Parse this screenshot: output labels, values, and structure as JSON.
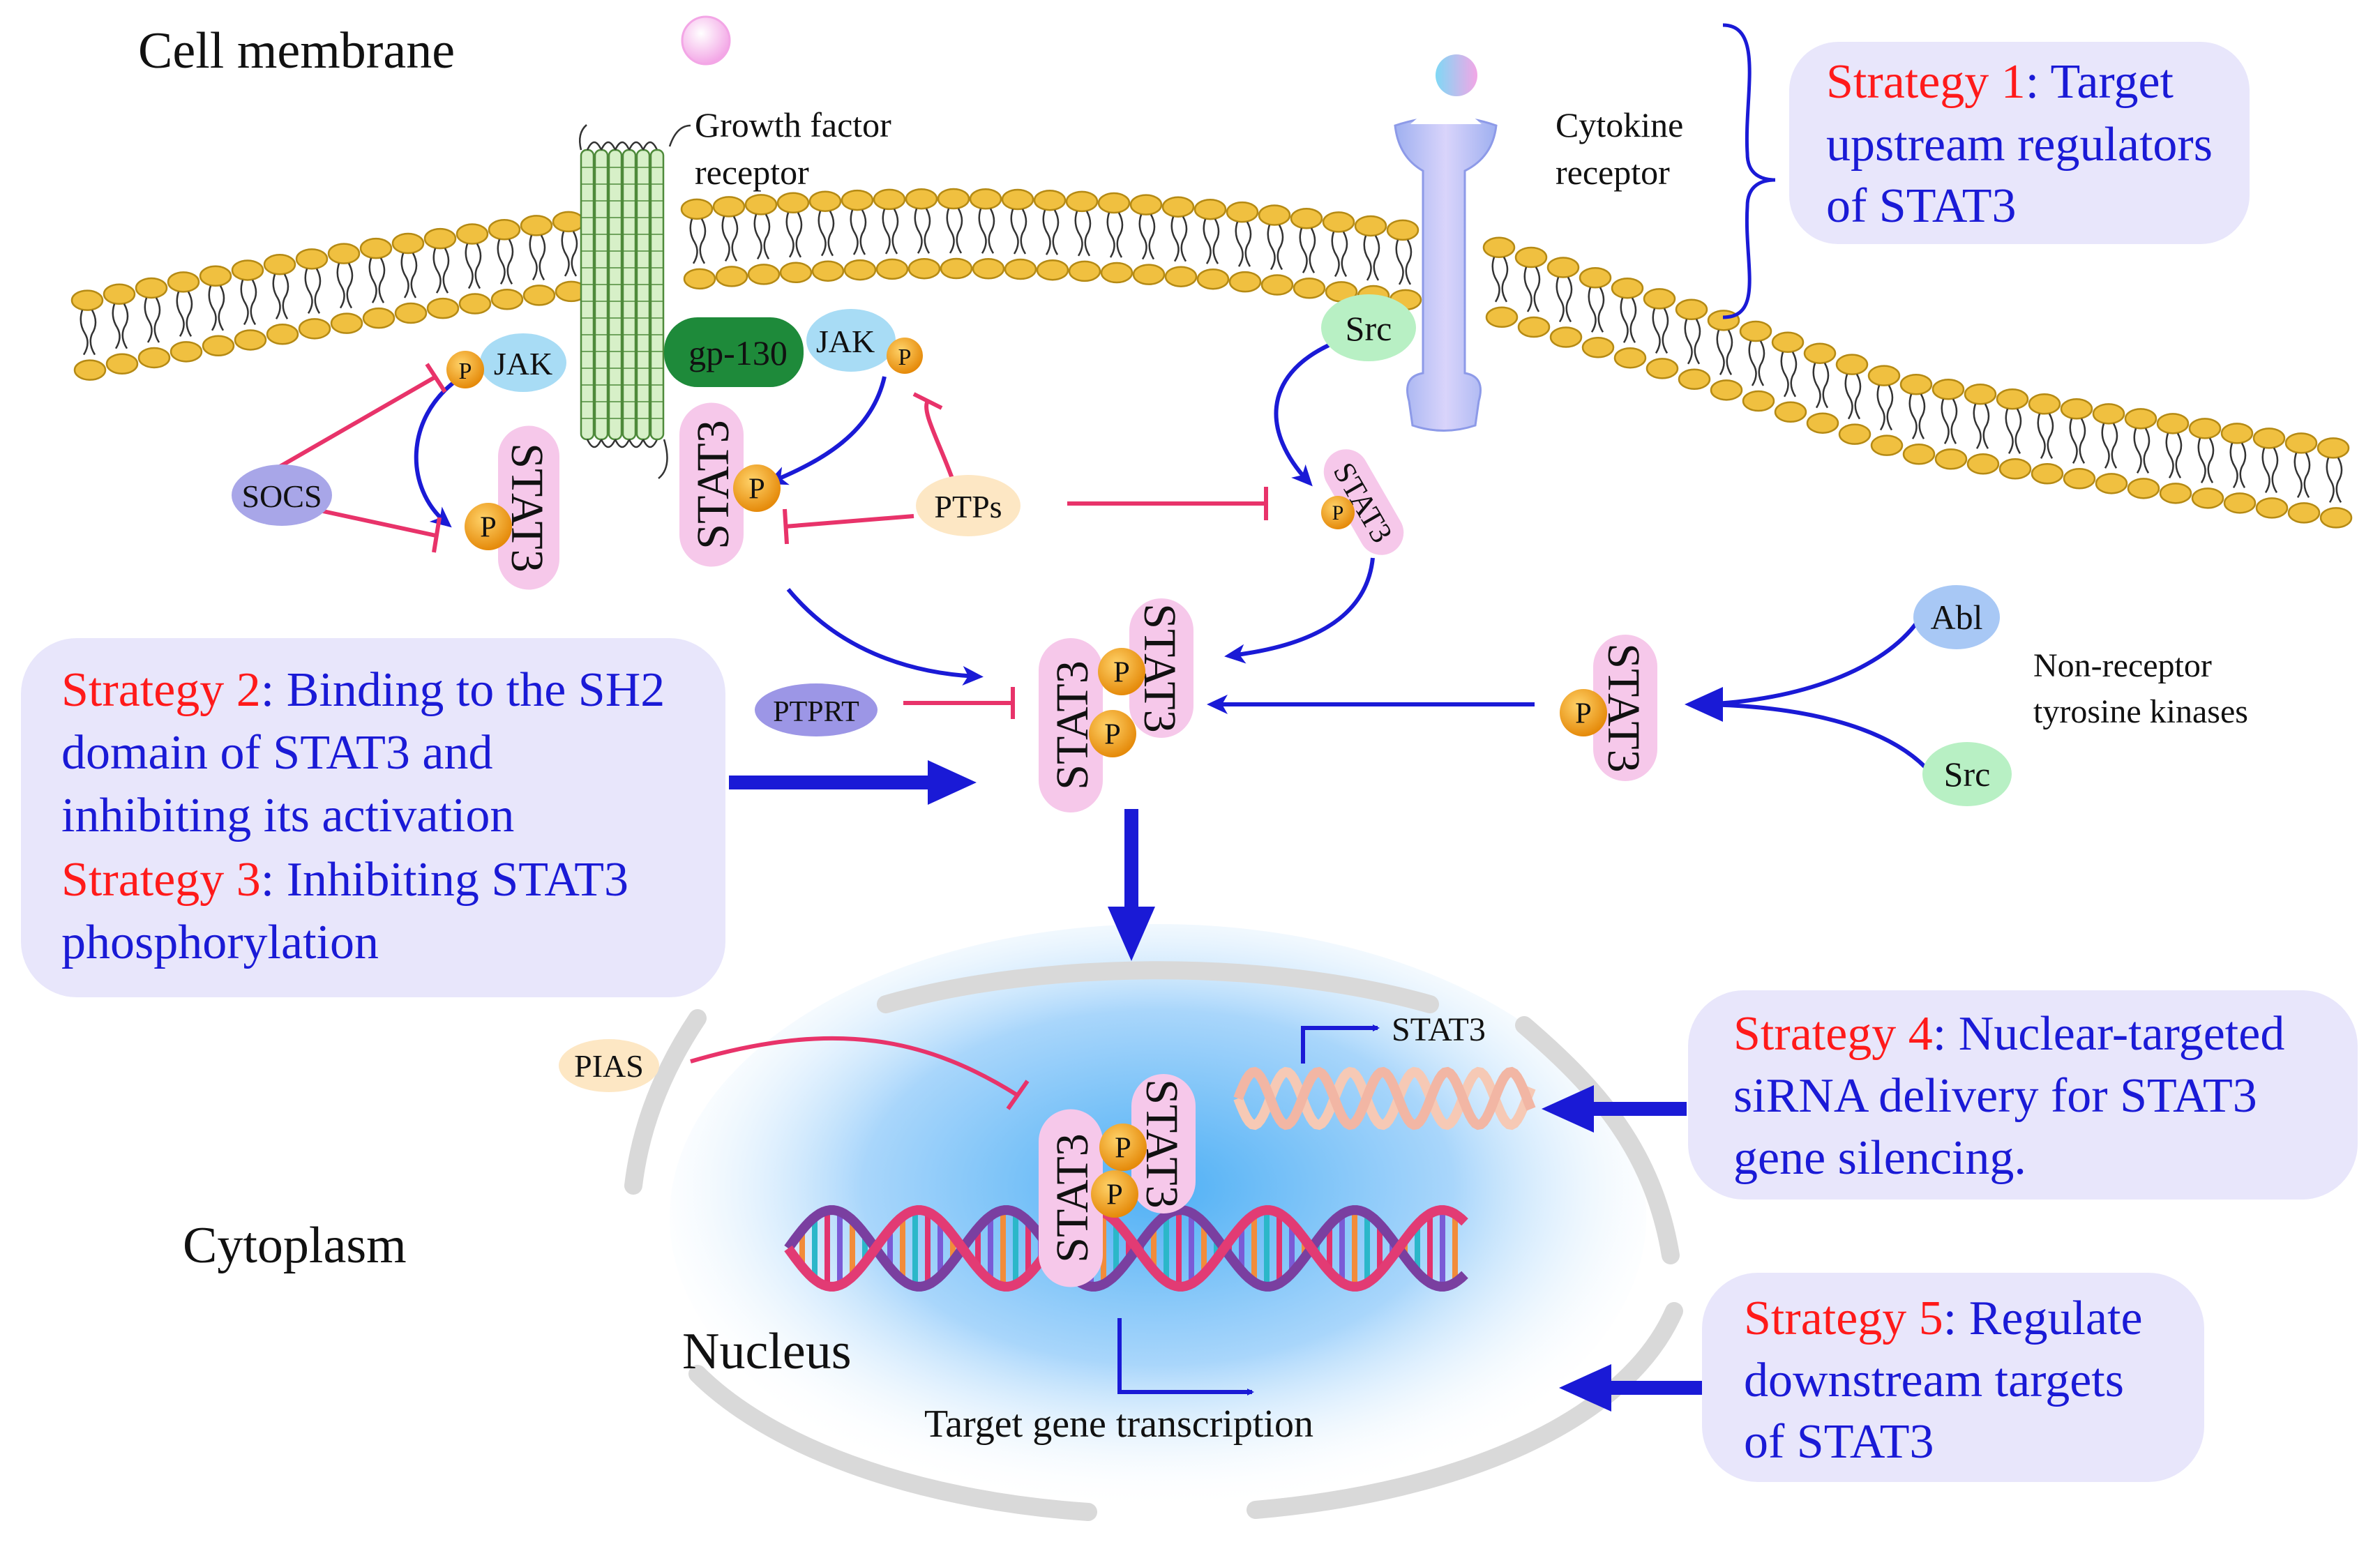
{
  "labels": {
    "cell_membrane": "Cell membrane",
    "cytoplasm": "Cytoplasm",
    "nucleus": "Nucleus",
    "growth_factor_receptor_line1": "Growth factor",
    "growth_factor_receptor_line2": "receptor",
    "cytokine_receptor_line1": "Cytokine",
    "cytokine_receptor_line2": "receptor",
    "non_receptor_line1": "Non-receptor",
    "non_receptor_line2": "tyrosine kinases",
    "target_gene_transcription": "Target gene transcription",
    "stat3_gene": "STAT3"
  },
  "proteins": {
    "jak": "JAK",
    "gp130": "gp-130",
    "socs": "SOCS",
    "ptps": "PTPs",
    "ptprt": "PTPRT",
    "pias": "PIAS",
    "src": "Src",
    "abl": "Abl",
    "stat3": "STAT3",
    "p": "P"
  },
  "strategies": {
    "s1": {
      "label": "Strategy 1",
      "sep": ":",
      "line1": " Target",
      "line2": "upstream regulators",
      "line3": "of STAT3"
    },
    "s2": {
      "label": "Strategy 2",
      "sep": ":",
      "line1": " Binding to the SH2",
      "line2": "domain of STAT3 and",
      "line3": "inhibiting its activation"
    },
    "s3": {
      "label": "Strategy 3",
      "sep": ":",
      "line1": " Inhibiting STAT3",
      "line2": "phosphorylation"
    },
    "s4": {
      "label": "Strategy 4",
      "sep": ":",
      "line1": " Nuclear-targeted",
      "line2": "siRNA delivery for STAT3",
      "line3": "gene silencing."
    },
    "s5": {
      "label": "Strategy 5",
      "sep": ":",
      "line1": " Regulate",
      "line2": "downstream targets",
      "line3": "of STAT3"
    }
  },
  "colors": {
    "strategy_label": "#ff1a1a",
    "strategy_text": "#1a1ad6",
    "strategy_box": "#e8e6fb",
    "activation_arrow": "#1a1ad6",
    "inhibition": "#e8336a",
    "lipid_head": "#f0c040",
    "stat3": "#f6c8ea",
    "phospho": "#f4a21c",
    "jak": "#a8dcf5",
    "gp130": "#1e8a3a",
    "socs": "#a8a6e8",
    "src": "#b8f0c4",
    "abl": "#a8c8f5",
    "ptp": "#fde7c4",
    "cytokine_receptor": "#a8b4f0"
  }
}
